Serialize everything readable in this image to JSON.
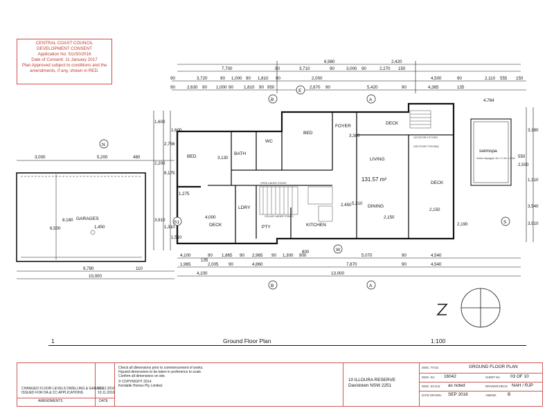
{
  "council_stamp": {
    "lines": [
      "CENTRAL COAST COUNCIL",
      "DEVELOPMENT CONSENT",
      "Application No: 51150/2016",
      "Date of Consent:  11 January 2017",
      "Plan Approved subject to conditions and the",
      "amendments, if any, shown in RED."
    ],
    "color": "#c0392b"
  },
  "rooms": {
    "bed_1": "BED",
    "bath": "BATH",
    "wc": "WC",
    "bed_2": "BED",
    "foyer": "FOYER",
    "deck_front": "DECK",
    "outdoor_kitchen": "OUTDOOR KITCHEN",
    "gas_point": "GAS POINT FOR BBQ",
    "swim_spa": "swimspa",
    "swim_spa_note": "Vortex Aquagym 4m x 2.3m x 1.3m",
    "living": "LIVING",
    "floor_area": "131.57 m²",
    "deck_side": "DECK",
    "deck_rear": "DECK",
    "garages": "GARAGES",
    "garages_level": "1,450",
    "ldry": "LDRY",
    "pty": "PTY",
    "kitchen": "KITCHEN",
    "dining": "DINING",
    "dining_level": "2,150",
    "deck_side_level": "2,150",
    "open_under_stairs": "OPEN UNDER STAIRS",
    "cellar_under_stairs": "CELLAR UNDER STAIRS",
    "deck_entry": "DECK"
  },
  "markers": {
    "north": "N",
    "south": "S",
    "east": "E",
    "west": "W",
    "s1": "S1",
    "grid_b": "B",
    "grid_a": "A"
  },
  "dims_top": {
    "row1": [
      "6,980",
      "2,420"
    ],
    "row2": [
      "7,700",
      "90",
      "3,710",
      "90",
      "3,000",
      "90",
      "2,270",
      "150"
    ],
    "row3": [
      "90",
      "3,720",
      "90",
      "1,000",
      "90",
      "1,810",
      "90",
      "2,000",
      "4,500",
      "90",
      "2,110",
      "555",
      "150"
    ],
    "row4": [
      "90",
      "2,630",
      "90",
      "1,000",
      "90",
      "1,810",
      "90",
      "950",
      "2,670",
      "90",
      "5,420",
      "90",
      "4,365",
      "135"
    ],
    "right": "4,764"
  },
  "dims_bottom": {
    "row1": [
      "4,100",
      "90",
      "1,865",
      "90",
      "2,965",
      "90",
      "1,300",
      "900",
      "5,070",
      "90",
      "4,540"
    ],
    "row2": [
      "1,965",
      "2,005",
      "90",
      "4,860",
      "7,870",
      "90",
      "4,540"
    ],
    "row3": [
      "4,100",
      "13,000"
    ],
    "extra": [
      "135",
      "800"
    ]
  },
  "dims_garage": {
    "top": [
      "3,000",
      "5,200",
      "480"
    ],
    "left": [
      "6,500",
      "8,180"
    ],
    "bottom": [
      "9,780",
      "110"
    ],
    "total": "10,000",
    "small": "1,275"
  },
  "dims_left": [
    "1,600",
    "2,756",
    "1,600",
    "2,200",
    "8,175",
    "3,130",
    "4,000",
    "3,910",
    "1,310",
    "1,510"
  ],
  "dims_right": [
    "3,380",
    "2,500",
    "1,310",
    "3,540",
    "550",
    "2,190",
    "3,910"
  ],
  "dims_misc": [
    "3,380",
    "2,450",
    "5,310",
    "4,000"
  ],
  "plan_caption": {
    "left_num": "1",
    "title": "Ground Floor Plan",
    "scale": "1:100"
  },
  "title_block": {
    "amend_1_desc": "CHANGED FLOOR LEVELS DWELLING & GARAGE",
    "amend_1_date": "23.12.2016",
    "amend_2_desc": "ISSUED FOR DA & CC APPLICATIONS",
    "amend_2_date": "10.11.2016",
    "amend_header": "AMENDMENTS",
    "amend_date_header": "DATE",
    "notes": [
      "Check all dimensions prior to commencement of works.",
      "Figured dimensions to be taken in preference to scale.",
      "Confirm all dimensions on site.",
      "© COPYRIGHT 2014.",
      "Kendalle Homes Pty Limited."
    ],
    "address_1": "10 ILLOURA RESERVE",
    "address_2": "Davistown  NSW  2251",
    "dwg_title_label": "DWG. TITLE:",
    "dwg_title": "GROUND FLOOR PLAN",
    "dwg_no_label": "DWG. No:",
    "dwg_no": "16042",
    "sheet_no_label": "SHEET No:",
    "sheet_no": "03 OF 10",
    "scale_label": "DWG. SCALE:",
    "scale": "as noted",
    "drawn_check_label": "DRAWN/CHECK:",
    "drawn_check": "NAH / RJP",
    "date_label": "DATE DRAWN:",
    "date": "SEP 2016",
    "amend_label": "AMEND:",
    "amend": "B"
  }
}
